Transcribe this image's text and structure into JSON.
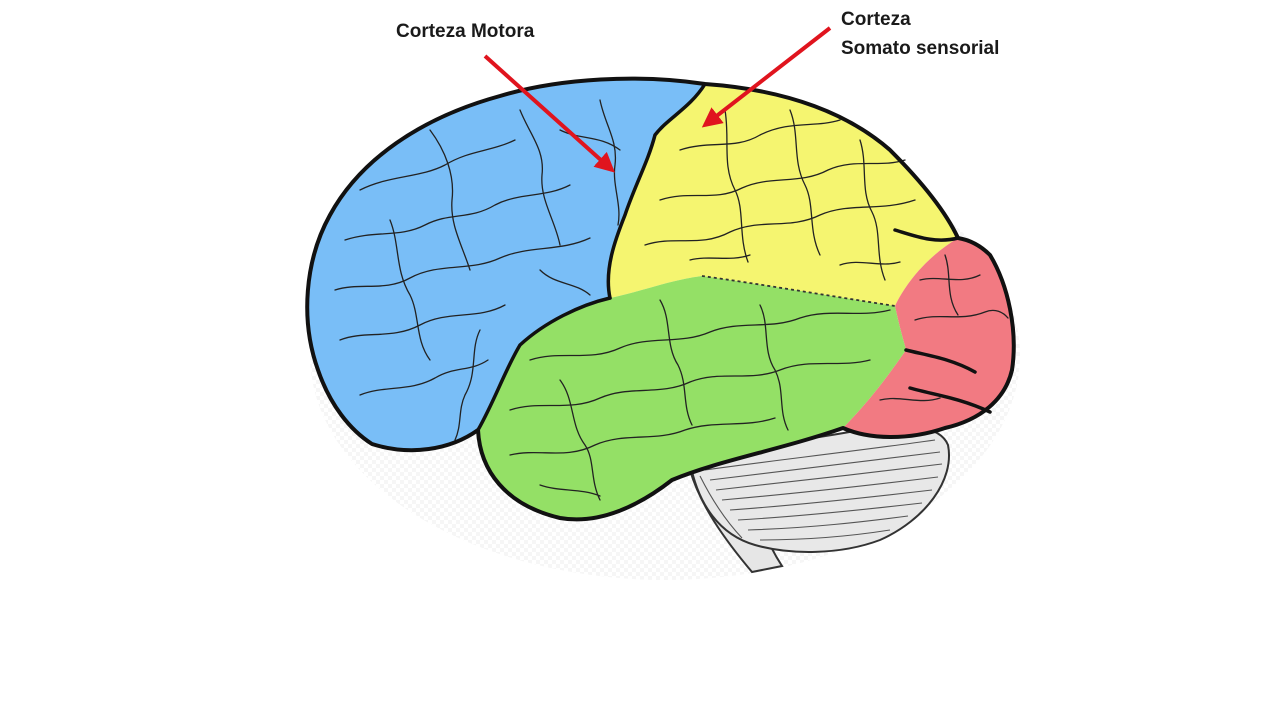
{
  "labels": {
    "motor": "Corteza Motora",
    "somato_line1": "Corteza",
    "somato_line2": "Somato sensorial"
  },
  "colors": {
    "frontal_lobe": "#79BEF7",
    "parietal_lobe": "#F5F570",
    "temporal_lobe": "#94E066",
    "occipital_lobe": "#F27A82",
    "cerebellum": "#E8E8E8",
    "arrow": "#E0141E"
  }
}
